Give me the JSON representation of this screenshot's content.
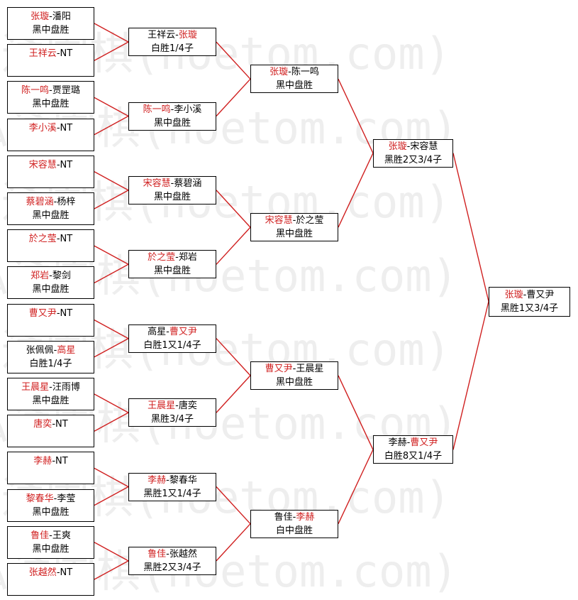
{
  "watermark": "弘通围棋(hoetom.com)",
  "colors": {
    "winner": "#d02020",
    "loser": "#000000",
    "connector": "#d02020",
    "border": "#000000",
    "watermark": "#eeeeee"
  },
  "rounds": [
    [
      {
        "id": "r1m1",
        "winner": "张璇",
        "loser": "潘阳",
        "winner_first": true,
        "result": "黑中盘胜"
      },
      {
        "id": "r1m2",
        "winner": "王祥云",
        "loser": "NT",
        "winner_first": true,
        "result": ""
      },
      {
        "id": "r1m3",
        "winner": "陈一鸣",
        "loser": "贾罡璐",
        "winner_first": true,
        "result": "黑中盘胜"
      },
      {
        "id": "r1m4",
        "winner": "李小溪",
        "loser": "NT",
        "winner_first": true,
        "result": ""
      },
      {
        "id": "r1m5",
        "winner": "宋容慧",
        "loser": "NT",
        "winner_first": true,
        "result": ""
      },
      {
        "id": "r1m6",
        "winner": "蔡碧涵",
        "loser": "杨梓",
        "winner_first": true,
        "result": "黑中盘胜"
      },
      {
        "id": "r1m7",
        "winner": "於之莹",
        "loser": "NT",
        "winner_first": true,
        "result": ""
      },
      {
        "id": "r1m8",
        "winner": "郑岩",
        "loser": "黎剑",
        "winner_first": true,
        "result": "黑中盘胜"
      },
      {
        "id": "r1m9",
        "winner": "曹又尹",
        "loser": "NT",
        "winner_first": true,
        "result": ""
      },
      {
        "id": "r1m10",
        "winner": "高星",
        "loser": "张佩佩",
        "winner_first": false,
        "result": "白胜1/4子"
      },
      {
        "id": "r1m11",
        "winner": "王晨星",
        "loser": "汪雨博",
        "winner_first": true,
        "result": "黑中盘胜"
      },
      {
        "id": "r1m12",
        "winner": "唐奕",
        "loser": "NT",
        "winner_first": true,
        "result": ""
      },
      {
        "id": "r1m13",
        "winner": "李赫",
        "loser": "NT",
        "winner_first": true,
        "result": ""
      },
      {
        "id": "r1m14",
        "winner": "黎春华",
        "loser": "李莹",
        "winner_first": true,
        "result": "黑中盘胜"
      },
      {
        "id": "r1m15",
        "winner": "鲁佳",
        "loser": "王爽",
        "winner_first": true,
        "result": "黑中盘胜"
      },
      {
        "id": "r1m16",
        "winner": "张越然",
        "loser": "NT",
        "winner_first": true,
        "result": ""
      }
    ],
    [
      {
        "id": "r2m1",
        "winner": "张璇",
        "loser": "王祥云",
        "winner_first": false,
        "result": "白胜1/4子"
      },
      {
        "id": "r2m2",
        "winner": "陈一鸣",
        "loser": "李小溪",
        "winner_first": true,
        "result": "黑中盘胜"
      },
      {
        "id": "r2m3",
        "winner": "宋容慧",
        "loser": "蔡碧涵",
        "winner_first": true,
        "result": "黑中盘胜"
      },
      {
        "id": "r2m4",
        "winner": "於之莹",
        "loser": "郑岩",
        "winner_first": true,
        "result": "黑中盘胜"
      },
      {
        "id": "r2m5",
        "winner": "曹又尹",
        "loser": "高星",
        "winner_first": false,
        "result": "白胜1又1/4子"
      },
      {
        "id": "r2m6",
        "winner": "王晨星",
        "loser": "唐奕",
        "winner_first": true,
        "result": "黑胜3/4子"
      },
      {
        "id": "r2m7",
        "winner": "李赫",
        "loser": "黎春华",
        "winner_first": true,
        "result": "黑胜1又1/4子"
      },
      {
        "id": "r2m8",
        "winner": "鲁佳",
        "loser": "张越然",
        "winner_first": true,
        "result": "黑胜2又3/4子"
      }
    ],
    [
      {
        "id": "r3m1",
        "winner": "张璇",
        "loser": "陈一鸣",
        "winner_first": true,
        "result": "黑中盘胜"
      },
      {
        "id": "r3m2",
        "winner": "宋容慧",
        "loser": "於之莹",
        "winner_first": true,
        "result": "黑中盘胜"
      },
      {
        "id": "r3m3",
        "winner": "曹又尹",
        "loser": "王晨星",
        "winner_first": true,
        "result": "黑中盘胜"
      },
      {
        "id": "r3m4",
        "winner": "李赫",
        "loser": "鲁佳",
        "winner_first": false,
        "result": "白中盘胜"
      }
    ],
    [
      {
        "id": "r4m1",
        "winner": "张璇",
        "loser": "宋容慧",
        "winner_first": true,
        "result": "黑胜2又3/4子"
      },
      {
        "id": "r4m2",
        "winner": "曹又尹",
        "loser": "李赫",
        "winner_first": false,
        "result": "白胜8又1/4子"
      }
    ],
    [
      {
        "id": "r5m1",
        "winner": "张璇",
        "loser": "曹又尹",
        "winner_first": true,
        "result": "黑胜1又3/4子"
      }
    ]
  ]
}
